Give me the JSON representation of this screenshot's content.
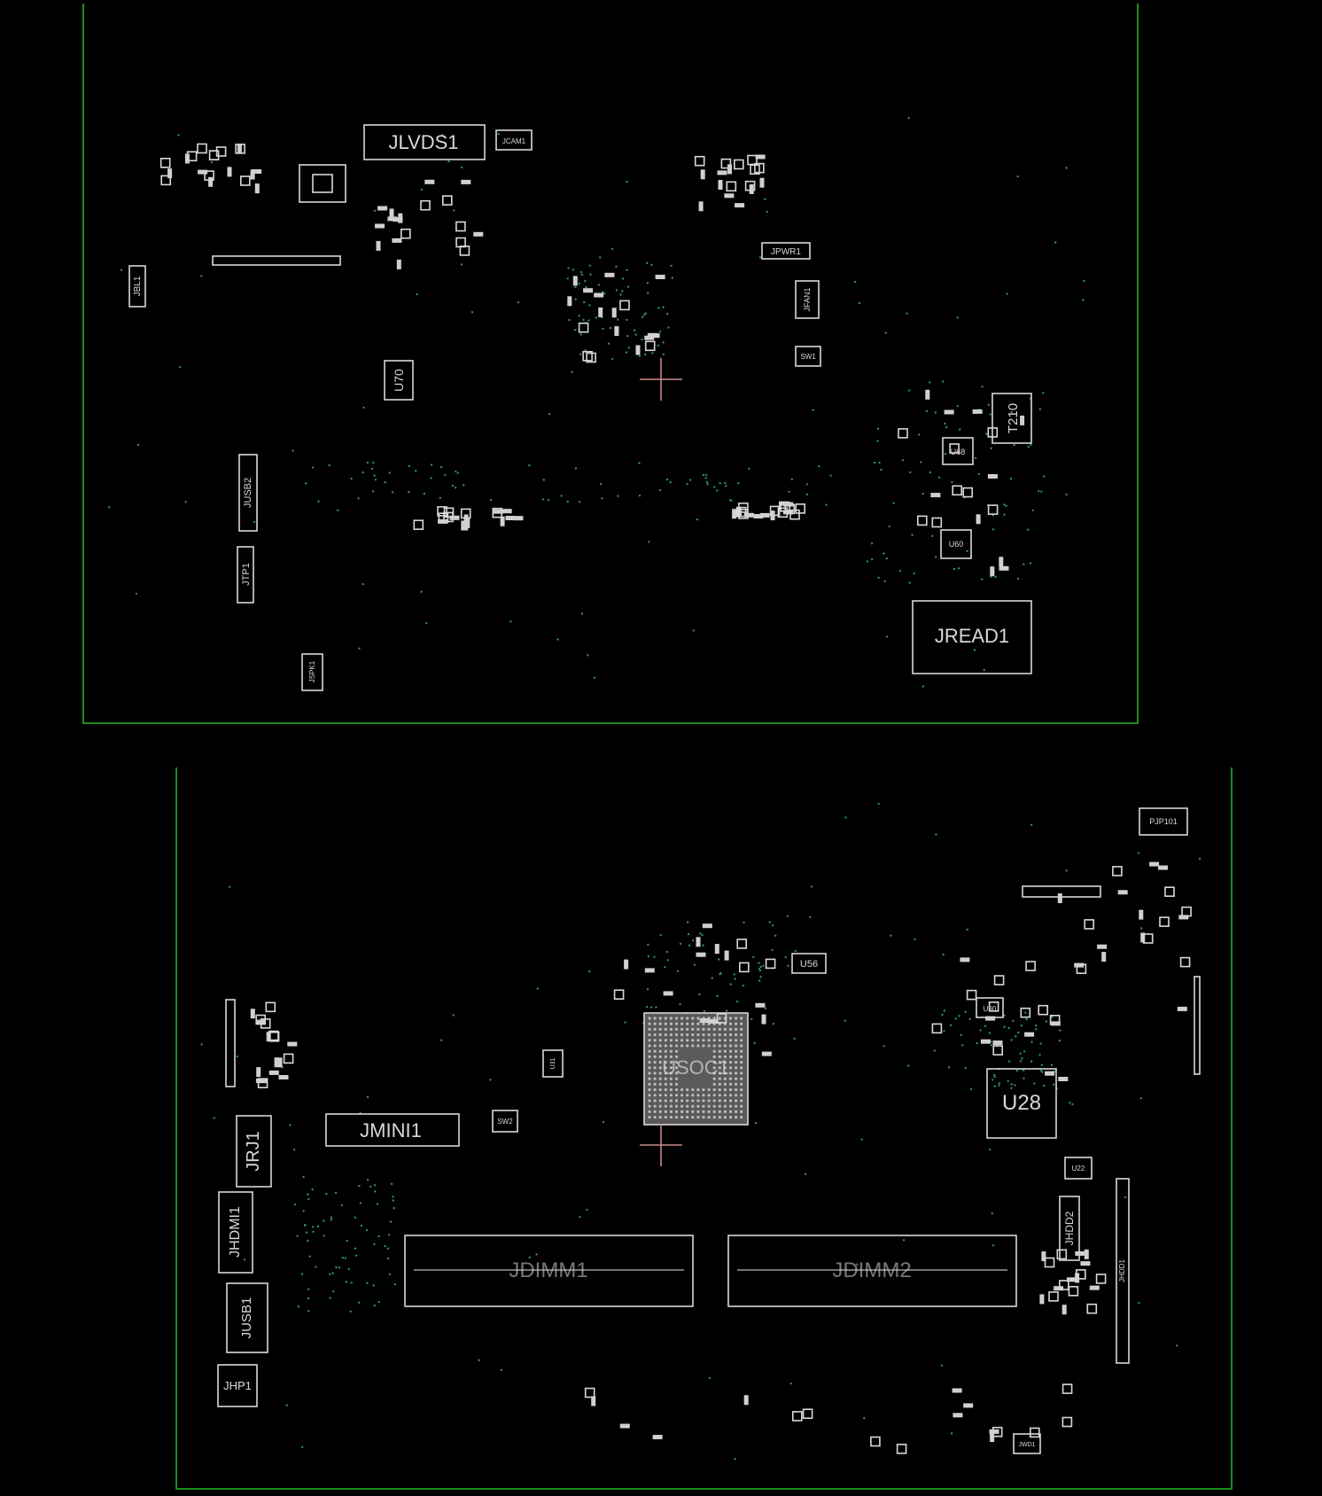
{
  "colors": {
    "background": "#000000",
    "board_outline": "#1f8a1f",
    "silkscreen": "#d8d8d8",
    "via": "#2f8f6f",
    "origin_marker": "#c98a8a",
    "bga_fill": "#5a5a5a"
  },
  "top_side": {
    "labels": {
      "jlvds1": "JLVDS1",
      "jcam1": "JCAM1",
      "jpwr1": "JPWR1",
      "jfan1": "JFAN1",
      "sw1": "SW1",
      "jbl1": "JBL1",
      "u70": "U70",
      "t210": "T210",
      "u68": "U68",
      "u60": "U60",
      "jusb2": "JUSB2",
      "jtp1": "JTP1",
      "jspk1": "JSPK1",
      "jread1": "JREAD1"
    }
  },
  "bottom_side": {
    "labels": {
      "pjp101": "PJP101",
      "u56": "U56",
      "usoc1": "USOC1",
      "u90": "U90",
      "u28": "U28",
      "u22": "U22",
      "u31": "U31",
      "sw2": "SW2",
      "jmini1": "JMINI1",
      "jrj1": "JRJ1",
      "jhdmi1": "JHDMI1",
      "jusb1": "JUSB1",
      "jhp1": "JHP1",
      "jdimm1": "JDIMM1",
      "jdimm2": "JDIMM2",
      "jhdd2": "JHDD2",
      "jhdd1": "JHDD1",
      "jwd1": "JWD1"
    }
  }
}
